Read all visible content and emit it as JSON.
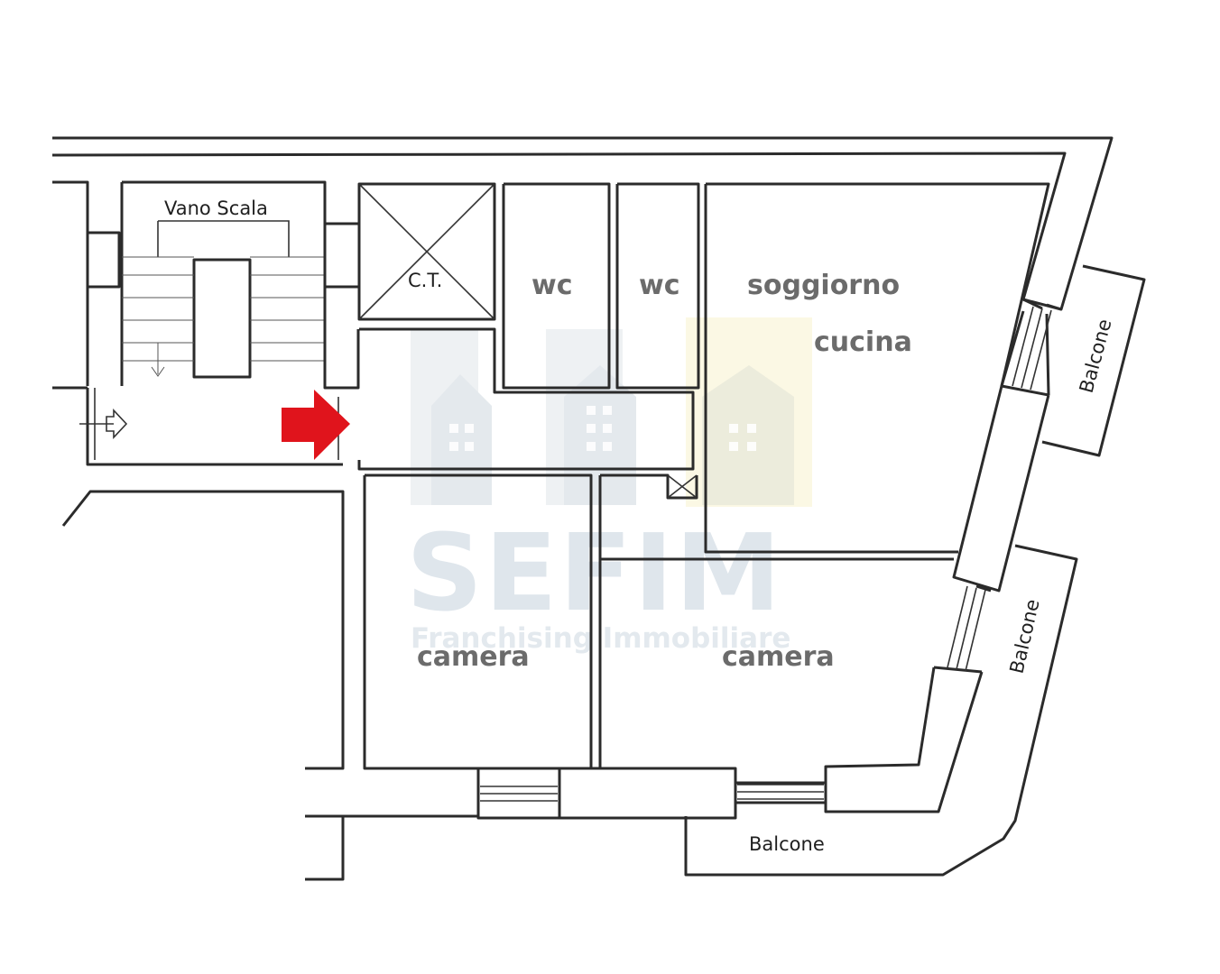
{
  "labels": {
    "vano_scala": "Vano Scala",
    "ct": "C.T.",
    "wc_1": "wc",
    "wc_2": "wc",
    "soggiorno": "soggiorno",
    "cucina": "cucina",
    "camera_1": "camera",
    "camera_2": "camera",
    "balcone_top": "Balcone",
    "balcone_right": "Balcone",
    "balcone_bottom": "Balcone"
  },
  "watermark": {
    "brand": "SEFIM",
    "tagline": "Franchising Immobiliare"
  },
  "colors": {
    "entrance_arrow": "#e0141c",
    "room_label": "#6b6b6b",
    "watermark": "#dfe6ec",
    "watermark_accent": "#fbf8e4"
  },
  "icons": {
    "entrance": "red-arrow-right"
  }
}
